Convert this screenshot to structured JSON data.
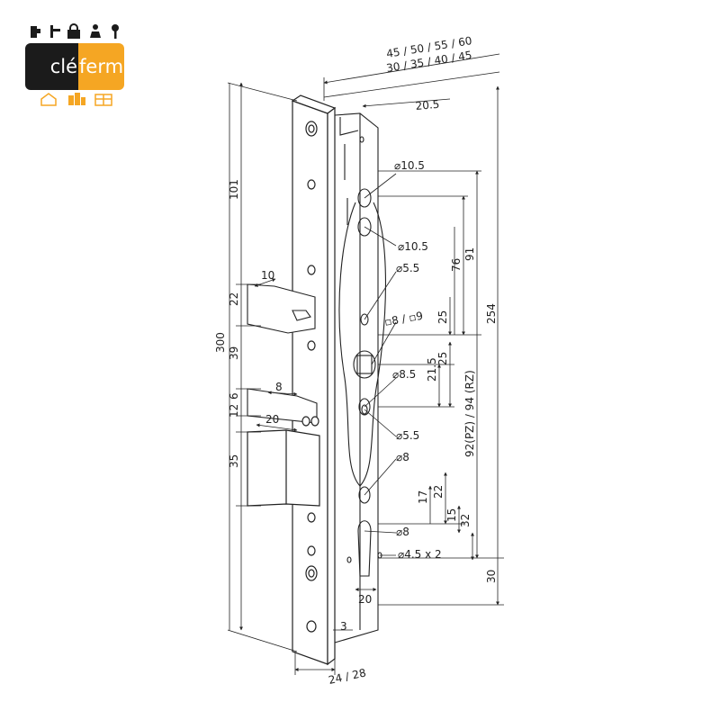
{
  "logo": {
    "left_text": "clé",
    "right_text": "ferm",
    "brand_black": "#1b1b1b",
    "brand_orange": "#f5a623",
    "top_icons": [
      "bolt-icon",
      "handle-icon",
      "padlock-icon",
      "person-icon",
      "key-icon"
    ],
    "bottom_icons": [
      "house-icon",
      "building-icon",
      "office-icon"
    ]
  },
  "dims": {
    "d_top1": "45 / 50 / 55 / 60",
    "d_top2": "30 / 35 / 40 / 45",
    "d_20_5": "20.5",
    "d_101": "101",
    "d_10": "10",
    "d_22a": "22",
    "d_39": "39",
    "d_300": "300",
    "d_8a": "8",
    "d_12": "12",
    "d_6": "6",
    "d_20a": "20",
    "d_35": "35",
    "d_dia10_5a": "⌀10.5",
    "d_dia10_5b": "⌀10.5",
    "d_dia5_5a": "⌀5.5",
    "d_sq": "▫8 / ▫9",
    "d_dia8_5": "⌀8.5",
    "d_dia5_5b": "⌀5.5",
    "d_dia8a": "⌀8",
    "d_dia8b": "⌀8",
    "d_dia4_5": "⌀4.5 x 2",
    "d_76": "76",
    "d_91": "91",
    "d_25a": "25",
    "d_25b": "25",
    "d_21_5": "21.5",
    "d_254": "254",
    "d_92": "92(PZ) / 94 (RZ)",
    "d_17": "17",
    "d_22b": "22",
    "d_15": "15",
    "d_32": "32",
    "d_30": "30",
    "d_20b": "20",
    "d_3": "3",
    "d_24_28": "24 / 28"
  }
}
